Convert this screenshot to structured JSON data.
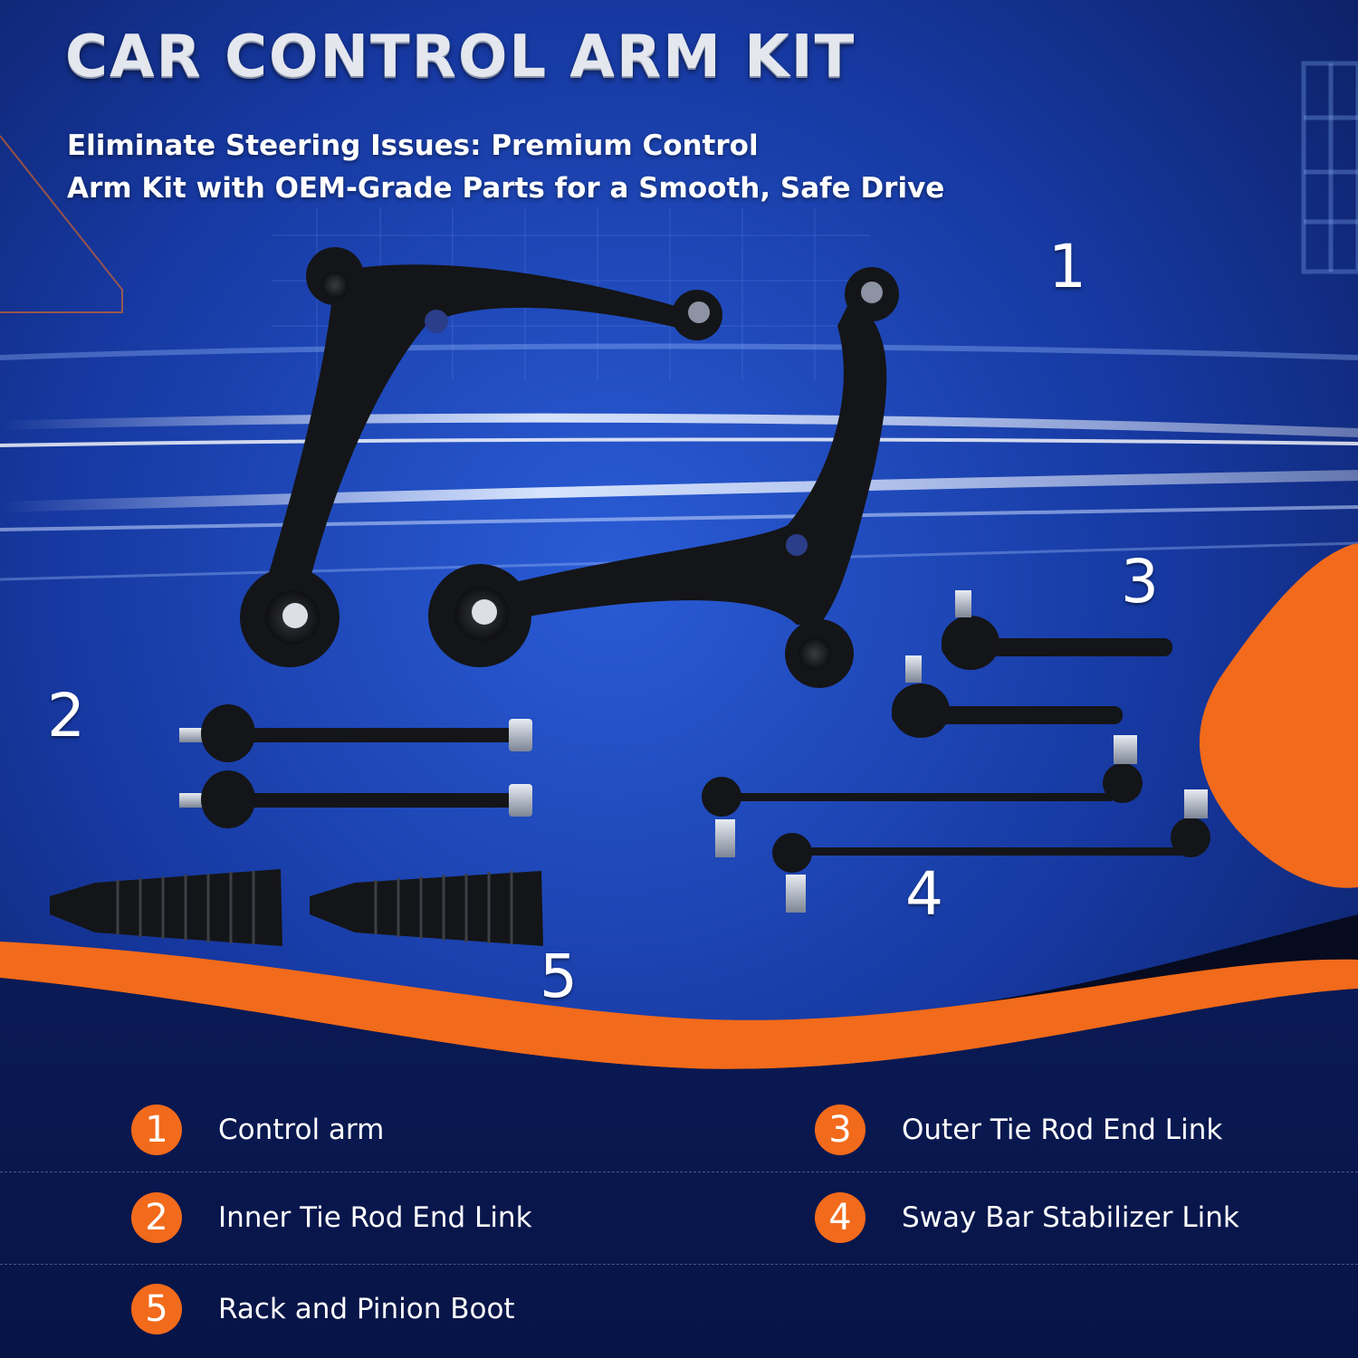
{
  "header": {
    "title": "CAR CONTROL ARM KIT",
    "subtitle_line1": "Eliminate Steering Issues: Premium Control",
    "subtitle_line2": "Arm Kit with OEM-Grade Parts for a Smooth, Safe Drive"
  },
  "callouts": [
    "1",
    "2",
    "3",
    "4",
    "5"
  ],
  "legend": [
    {
      "number": "1",
      "label": "Control arm"
    },
    {
      "number": "2",
      "label": "Inner Tie Rod End Link"
    },
    {
      "number": "3",
      "label": "Outer Tie Rod End Link"
    },
    {
      "number": "4",
      "label": "Sway Bar Stabilizer Link"
    },
    {
      "number": "5",
      "label": "Rack and Pinion Boot"
    }
  ],
  "colors": {
    "background_dark": "#06133e",
    "background_blue": "#1a3fa6",
    "accent_orange": "#f26a1b",
    "part_black": "#141518",
    "text_white": "#ffffff",
    "title_silver": "#e4e7ee"
  }
}
